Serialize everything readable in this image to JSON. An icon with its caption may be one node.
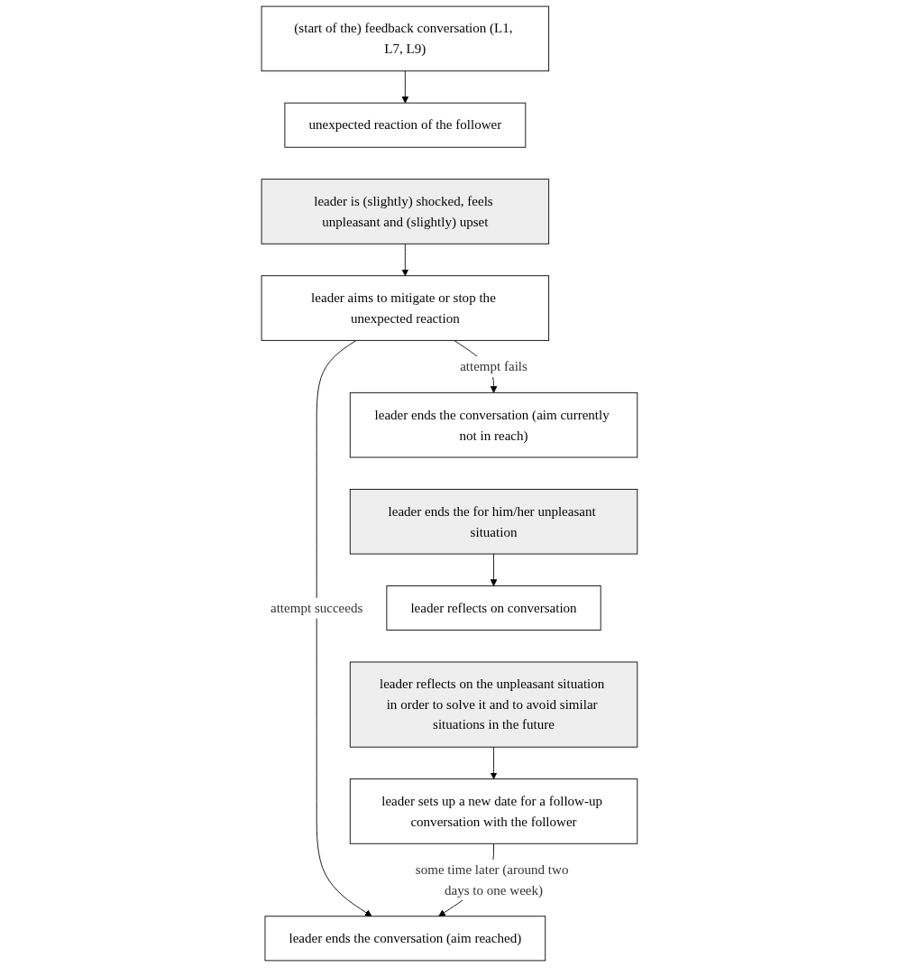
{
  "diagram": {
    "nodes": [
      {
        "text": [
          "(start of the) feedback conversation (L1, L7, L9)"
        ]
      },
      {
        "text": [
          "unexpected reaction of the follower"
        ]
      },
      {
        "text": [
          "leader is (slightly) shocked, feels unpleasant and (slightly) upset"
        ]
      },
      {
        "text": [
          "leader aims to mitigate or stop the unexpected reaction"
        ]
      },
      {
        "text": [
          "leader ends the conversation (aim reached)"
        ]
      },
      {
        "text": [
          "leader ends the conversation (aim currently not in reach)"
        ]
      },
      {
        "text": [
          "leader ends the for him/her unpleasant situation"
        ]
      },
      {
        "text": [
          "leader reflects on conversation"
        ]
      },
      {
        "text": [
          "leader reflects on the unpleasant situation in order to solve it and to avoid similar situations in the future"
        ]
      },
      {
        "text": [
          "leader sets up a new date for a follow-up conversation with the follower"
        ]
      }
    ],
    "edges": [
      {
        "from": 0,
        "to": 1,
        "arrow": "to"
      },
      {
        "from": 2,
        "to": 3,
        "arrow": "to"
      },
      {
        "from": 3,
        "to": 4,
        "arrow": "to",
        "label": "attempt succeeds"
      },
      {
        "from": 3,
        "to": 5,
        "arrow": "to",
        "label": "attempt fails"
      },
      {
        "from": 6,
        "to": 7,
        "arrow": "to"
      },
      {
        "from": 8,
        "to": 9,
        "arrow": "to"
      },
      {
        "from": 9,
        "to": 4,
        "arrow": "to",
        "label": "some time later (around two days to one week)"
      }
    ]
  }
}
